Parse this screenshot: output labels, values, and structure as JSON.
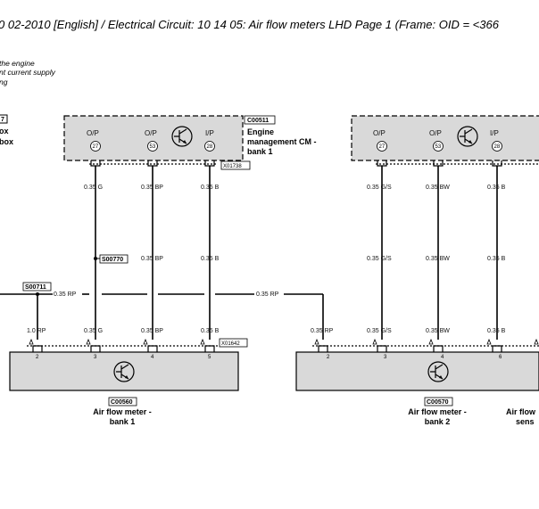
{
  "title": "0 02-2010 [English] / Electrical Circuit: 10 14 05: Air flow meters LHD  Page 1  (Frame: OID = <366",
  "notes": [
    "the engine",
    "nt current supply",
    "ng"
  ],
  "left_edge": {
    "ref": "7",
    "lines": [
      "ox",
      "box"
    ]
  },
  "ecm1": {
    "ref": "C00511",
    "name_lines": [
      "Engine",
      "management CM -",
      "bank 1"
    ],
    "pins": [
      {
        "label": "O/P",
        "num": "27"
      },
      {
        "label": "O/P",
        "num": "53"
      },
      {
        "label": "I/P",
        "num": "28"
      }
    ],
    "connector": "X01738"
  },
  "ecm2": {
    "pins": [
      {
        "label": "O/P",
        "num": "27"
      },
      {
        "label": "O/P",
        "num": "53"
      },
      {
        "label": "I/P",
        "num": "28"
      }
    ]
  },
  "wires": {
    "ecm1_top": [
      "0.35 G",
      "0.35 BP",
      "0.35 B"
    ],
    "ecm1_mid": [
      "0.35 BP",
      "0.35 B"
    ],
    "ecm1_bottom": [
      "1.0 RP",
      "0.35 G",
      "0.35 BP",
      "0.35 B"
    ],
    "ecm2_top": [
      "0.35 G/S",
      "0.35 BW",
      "0.35 B"
    ],
    "ecm2_mid": [
      "0.35 G/S",
      "0.35 BW",
      "0.35 B"
    ],
    "ecm2_bottom": [
      "0.35 RP",
      "0.35 G/S",
      "0.35 BW",
      "0.35 B"
    ],
    "bus_left": "0.35 RP",
    "bus_right": "0.35 RP"
  },
  "splices": {
    "s1": "S00770",
    "s2": "S00711"
  },
  "meter1": {
    "ref": "C00560",
    "name_lines": [
      "Air flow meter -",
      "bank 1"
    ],
    "connector": "X01642",
    "pins": [
      "2",
      "3",
      "4",
      "5"
    ]
  },
  "meter2": {
    "ref": "C00570",
    "name_lines": [
      "Air flow meter -",
      "bank 2"
    ],
    "pins": [
      "2",
      "3",
      "4",
      "6"
    ]
  },
  "sensor3": {
    "name_lines": [
      "Air flow",
      "sens"
    ]
  },
  "icons": [
    "transistor-icon"
  ]
}
